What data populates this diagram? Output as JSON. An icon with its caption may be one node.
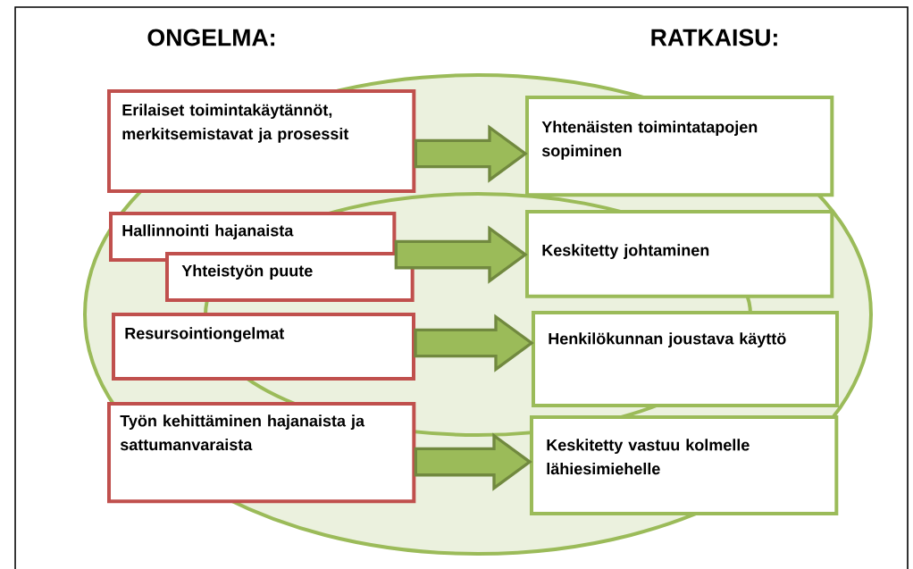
{
  "diagram": {
    "nodes": [
      {
        "text": [
          "Erilaiset toimintakäytännöt, merkitsemistavat ja prosessit"
        ]
      },
      {
        "text": [
          "Yhtenäisten toimintatapojen sopiminen"
        ]
      },
      {
        "text": [
          "Hallinnointi hajanaista"
        ]
      },
      {
        "text": [
          "Yhteistyön puute"
        ]
      },
      {
        "text": [
          "Keskitetty johtaminen"
        ]
      },
      {
        "text": [
          "Resursointiongelmat"
        ]
      },
      {
        "text": [
          "Henkilökunnan joustava käyttö"
        ]
      },
      {
        "text": [
          "Työn kehittäminen hajanaista ja sattumanvaraista"
        ]
      },
      {
        "text": [
          "Keskitetty vastuu kolmelle lähiesimiehelle"
        ]
      }
    ],
    "edges": [
      {
        "from": 0,
        "to": 1,
        "arrow": "to"
      },
      {
        "from": 2,
        "to": 4,
        "arrow": "to"
      },
      {
        "from": 5,
        "to": 6,
        "arrow": "to"
      },
      {
        "from": 7,
        "to": 8,
        "arrow": "to"
      }
    ],
    "labels": [
      "ONGELMA:",
      "RATKAISU:"
    ]
  }
}
